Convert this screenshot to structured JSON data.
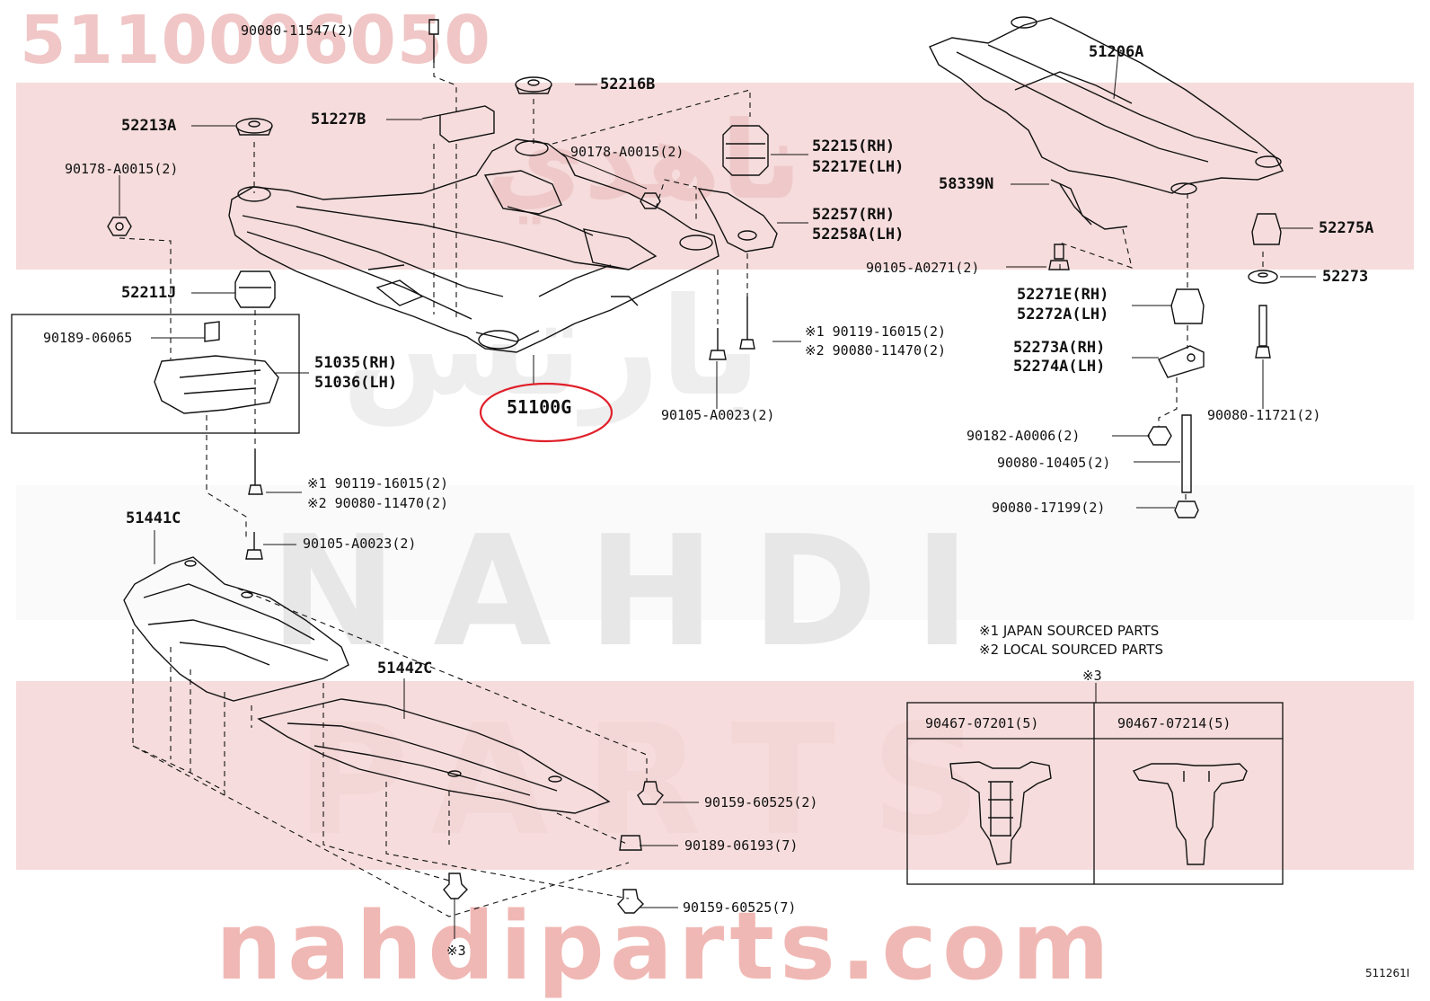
{
  "watermark": {
    "part_number": "5110006050",
    "arabic_brand": "ناهدي",
    "arabic_brand2": "بارتس",
    "latin_brand": "NAHDI",
    "latin_brand2": "PARTS",
    "url": "nahdiparts.com"
  },
  "highlight_color": "#e0202a",
  "labels": {
    "l01": "90080-11547(2)",
    "l02": "52216B",
    "l03": "52213A",
    "l04": "51227B",
    "l05": "90178-A0015(2)",
    "l06": "90178-A0015(2)",
    "l07": "52215(RH)",
    "l08": "52217E(LH)",
    "l09": "52257(RH)",
    "l10": "52258A(LH)",
    "l11": "52211J",
    "l12": "90189-06065",
    "l13": "51035(RH)",
    "l14": "51036(LH)",
    "l15": "51100G",
    "l16": "※1 90119-16015(2)",
    "l17": "※2 90080-11470(2)",
    "l18": "90105-A0023(2)",
    "l19": "51206A",
    "l20": "58339N",
    "l21": "52275A",
    "l22": "90105-A0271(2)",
    "l23": "52273",
    "l24": "52271E(RH)",
    "l25": "52272A(LH)",
    "l26": "52273A(RH)",
    "l27": "52274A(LH)",
    "l28": "90080-11721(2)",
    "l29": "90182-A0006(2)",
    "l30": "90080-10405(2)",
    "l31": "90080-17199(2)",
    "l32": "※1 90119-16015(2)",
    "l33": "※2 90080-11470(2)",
    "l34": "51441C",
    "l35": "90105-A0023(2)",
    "l36": "51442C",
    "l37": "90159-60525(2)",
    "l38": "90189-06193(7)",
    "l39": "90159-60525(7)",
    "l40": "※3",
    "l41": "※3"
  },
  "notes": {
    "n1": "※1 JAPAN SOURCED PARTS",
    "n2": "※2 LOCAL SOURCED PARTS"
  },
  "clip_table": {
    "marker": "※3",
    "col1": "90467-07201(5)",
    "col2": "90467-07214(5)"
  },
  "diagram_code": "511261I"
}
